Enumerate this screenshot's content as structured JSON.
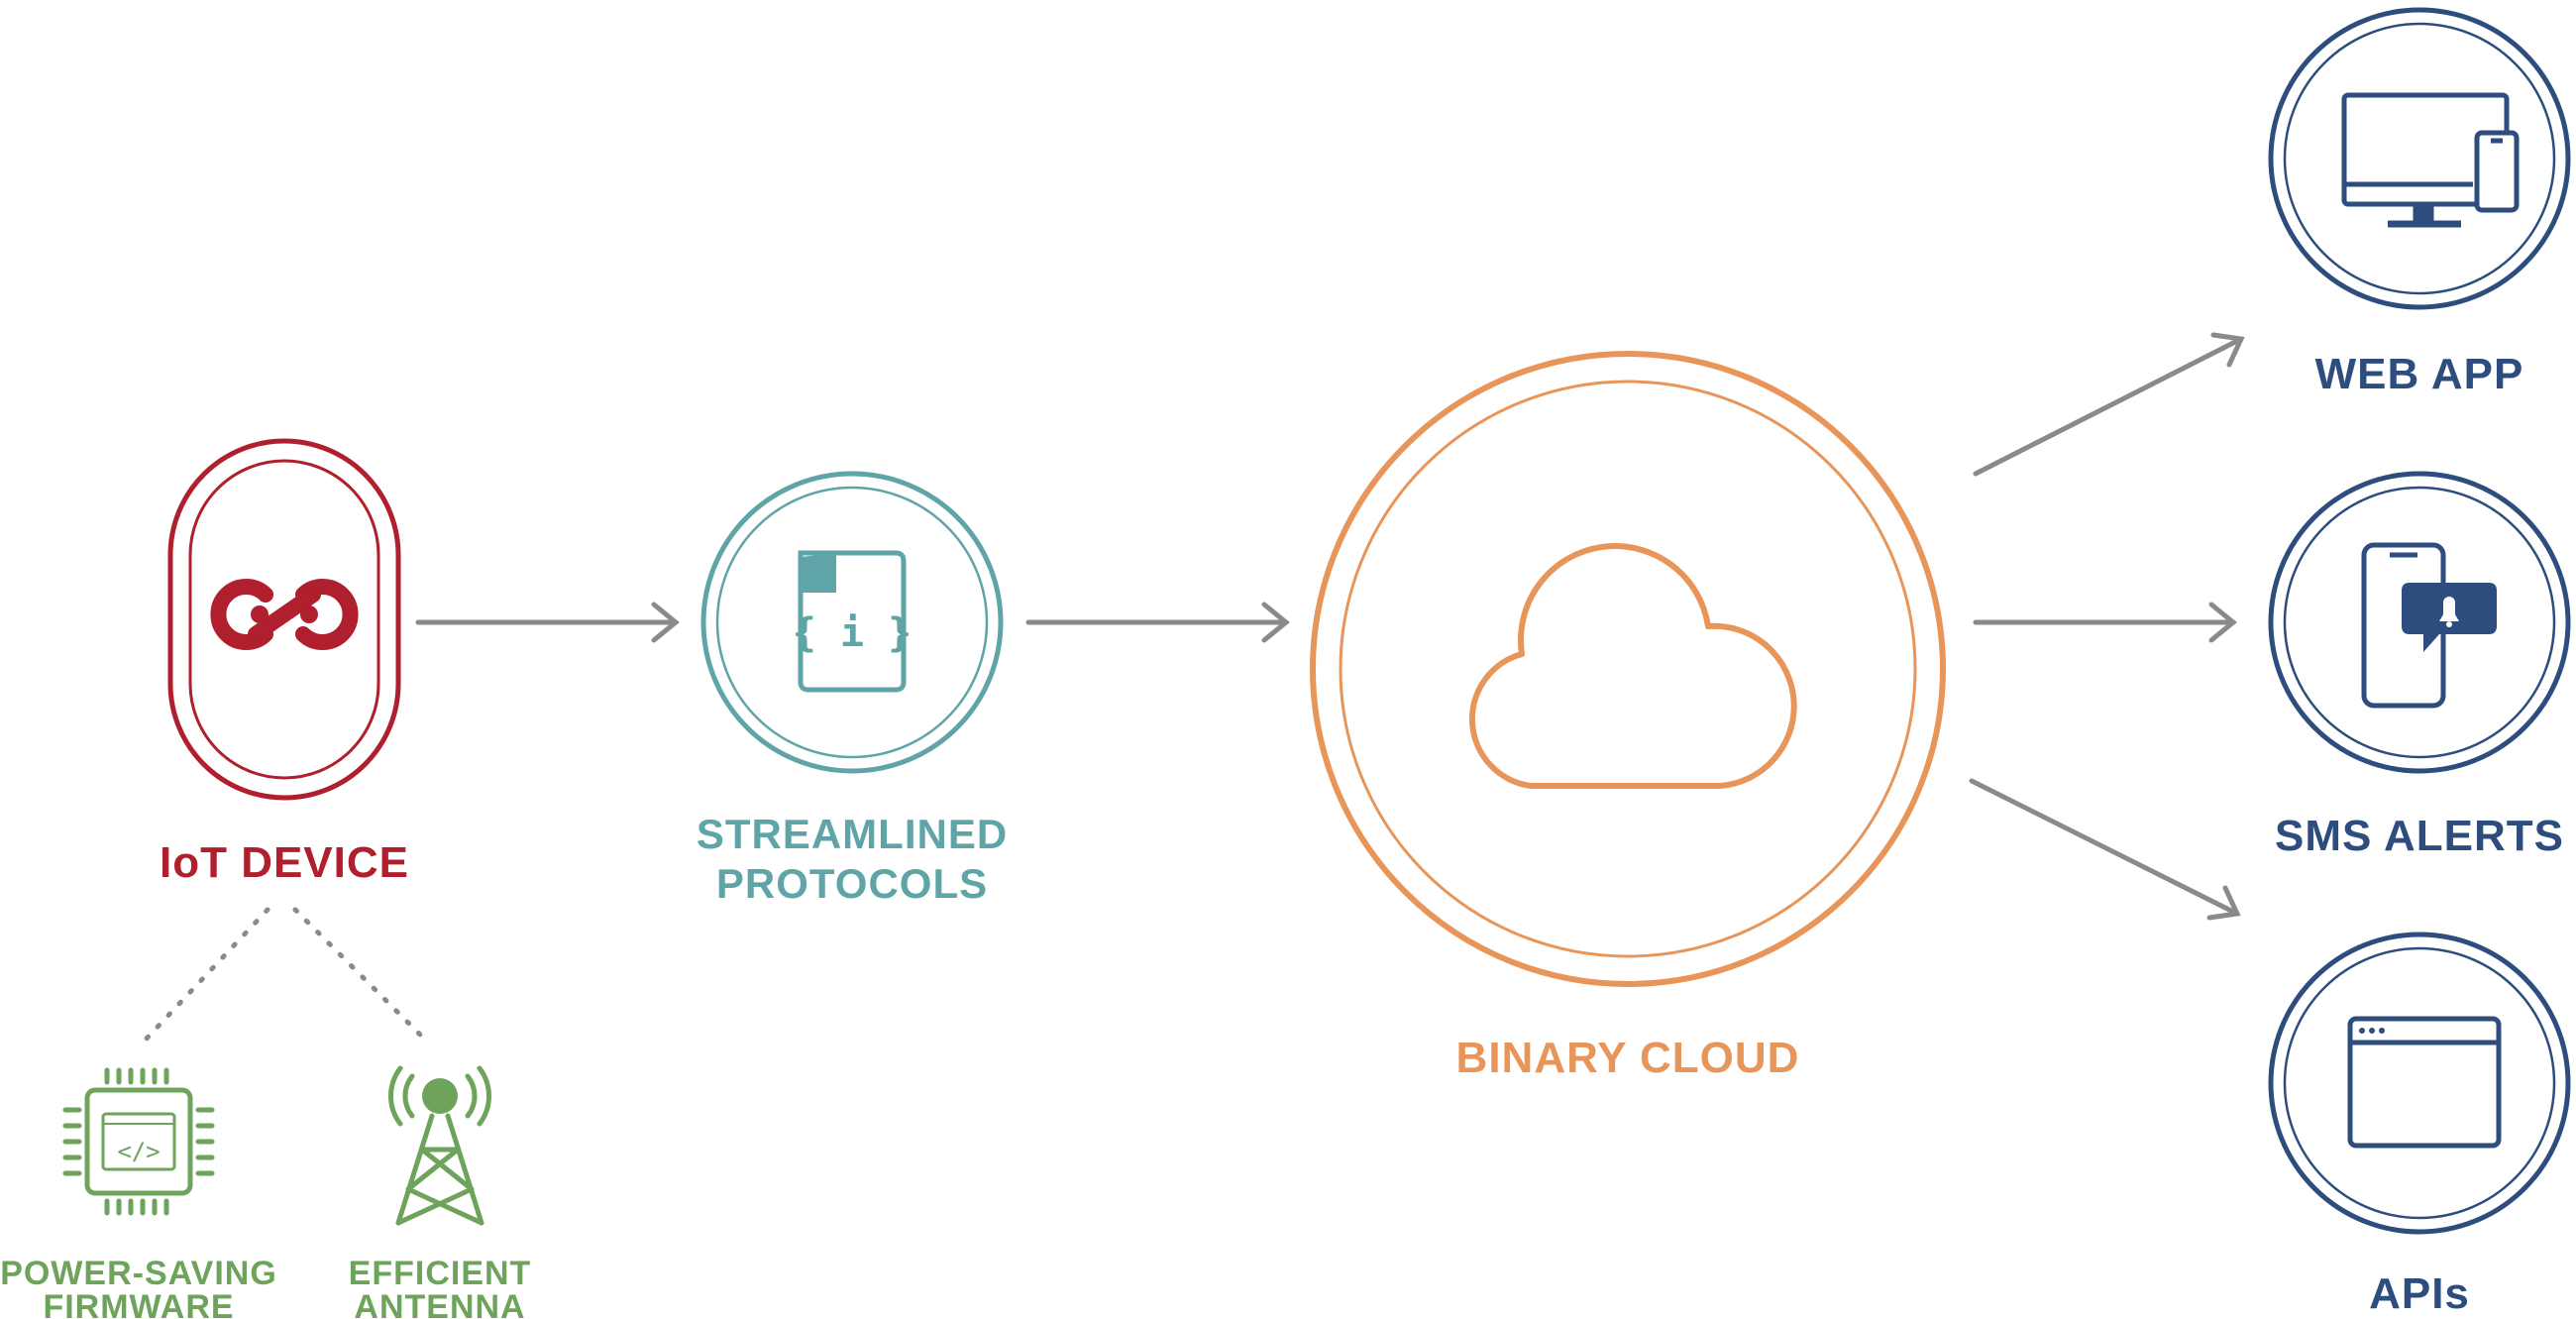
{
  "colors": {
    "iot": "#b01f2e",
    "protocols": "#5fa5a8",
    "cloud": "#e8955a",
    "outputs": "#2c4d7d",
    "sub": "#6da35b",
    "arrow": "#8a8a8a",
    "dotted": "#8a8a8a"
  },
  "nodes": {
    "iot_device": {
      "label": "IoT DEVICE",
      "icon": "infinity-link-icon"
    },
    "protocols": {
      "label_line1": "STREAMLINED",
      "label_line2": "PROTOCOLS",
      "icon": "json-file-icon"
    },
    "cloud": {
      "label": "BINARY CLOUD",
      "icon": "cloud-icon"
    },
    "web_app": {
      "label": "WEB APP",
      "icon": "monitor-phone-icon"
    },
    "sms_alerts": {
      "label": "SMS ALERTS",
      "icon": "phone-alert-icon"
    },
    "apis": {
      "label": "APIs",
      "icon": "browser-window-icon"
    }
  },
  "sub_nodes": {
    "firmware": {
      "label_line1": "POWER-SAVING",
      "label_line2": "FIRMWARE",
      "icon": "chip-code-icon",
      "code_glyph": "</>"
    },
    "antenna": {
      "label_line1": "EFFICIENT",
      "label_line2": "ANTENNA",
      "icon": "antenna-tower-icon"
    }
  },
  "protocol_glyph": "{ i }"
}
